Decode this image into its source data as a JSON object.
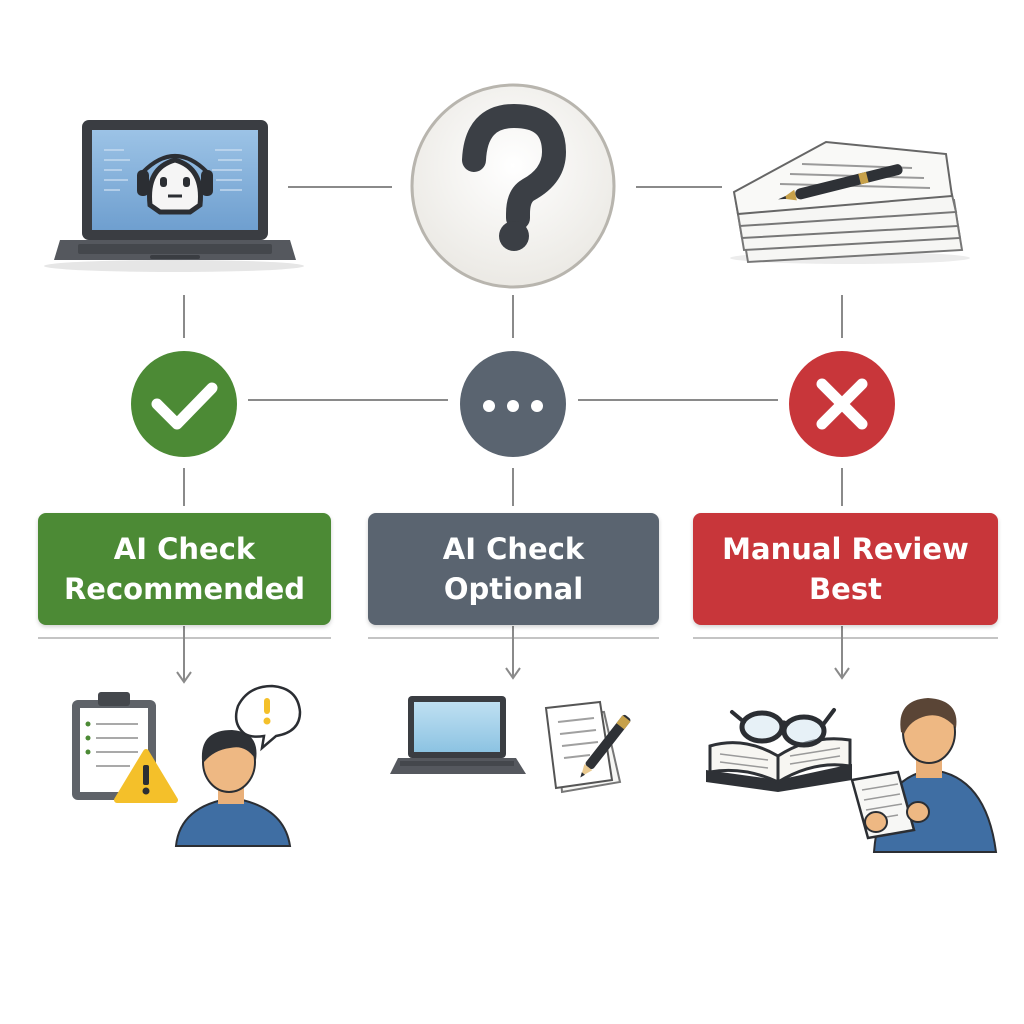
{
  "colors": {
    "recommended": "#4c8a35",
    "optional": "#5a6470",
    "manual": "#c8363a",
    "connector": "#8a8a8a",
    "question_bg": "#f3f2ef",
    "question_mark": "#3b3f45"
  },
  "top_row": {
    "left_icon": "laptop-with-ai-robot-icon",
    "center_icon": "question-mark-icon",
    "right_icon": "paper-stack-with-pen-icon"
  },
  "status_row": {
    "left_icon": "checkmark-icon",
    "center_icon": "ellipsis-icon",
    "right_icon": "x-mark-icon"
  },
  "labels": {
    "recommended": {
      "line1": "AI Check",
      "line2": "Recommended"
    },
    "optional": {
      "line1": "AI Check",
      "line2": "Optional"
    },
    "manual": {
      "line1": "Manual Review",
      "line2": "Best"
    }
  },
  "bottom_row": {
    "left_icons": [
      "clipboard-icon",
      "warning-icon",
      "person-icon",
      "speech-bubble-icon"
    ],
    "center_icons": [
      "laptop-icon",
      "document-with-pen-icon"
    ],
    "right_icons": [
      "open-book-icon",
      "glasses-icon",
      "person-reading-icon"
    ]
  }
}
